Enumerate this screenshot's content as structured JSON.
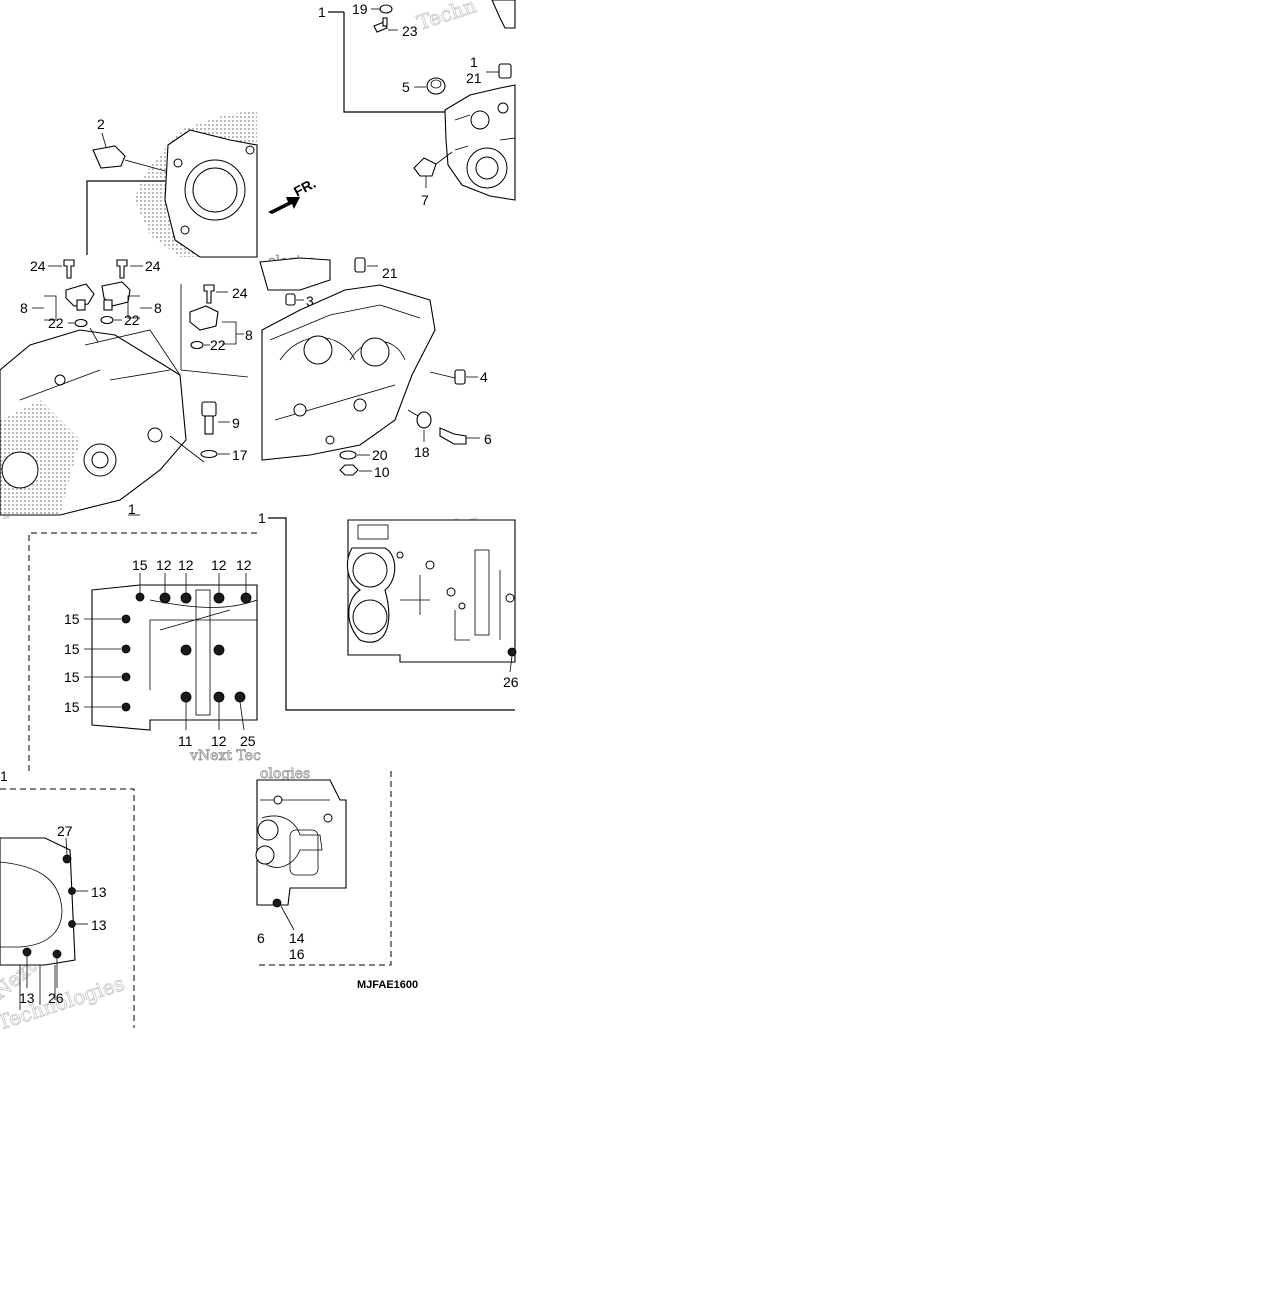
{
  "watermark": {
    "texts": [
      "Techn",
      "Technologies",
      "Techn",
      "vNext Tec",
      "ologies",
      "Next",
      "Technologies",
      "ologies"
    ]
  },
  "diagram_code": "MJFAE1600",
  "arrow_label": "FR.",
  "callouts": {
    "c1a": "1",
    "c19": "19",
    "c23": "23",
    "c1b": "1",
    "c21a": "21",
    "c5": "5",
    "c7": "7",
    "c2": "2",
    "c24a": "24",
    "c24b": "24",
    "c24c": "24",
    "c8a": "8",
    "c8b": "8",
    "c8c": "8",
    "c22a": "22",
    "c22b": "22",
    "c22c": "22",
    "c9": "9",
    "c17": "17",
    "c21b": "21",
    "c3": "3",
    "c4": "4",
    "c6": "6",
    "c18": "18",
    "c20": "20",
    "c10": "10",
    "c1c": "1",
    "c1d": "1",
    "c15a": "15",
    "c12a": "12",
    "c12b": "12",
    "c12c": "12",
    "c12d": "12",
    "c15b": "15",
    "c15c": "15",
    "c15d": "15",
    "c15e": "15",
    "c11": "11",
    "c12e": "12",
    "c25": "25",
    "c26a": "26",
    "c1e": "1",
    "c27": "27",
    "c13a": "13",
    "c13b": "13",
    "c13c": "13",
    "c26b": "26",
    "c6b": "6",
    "c14": "14",
    "c16": "16"
  }
}
